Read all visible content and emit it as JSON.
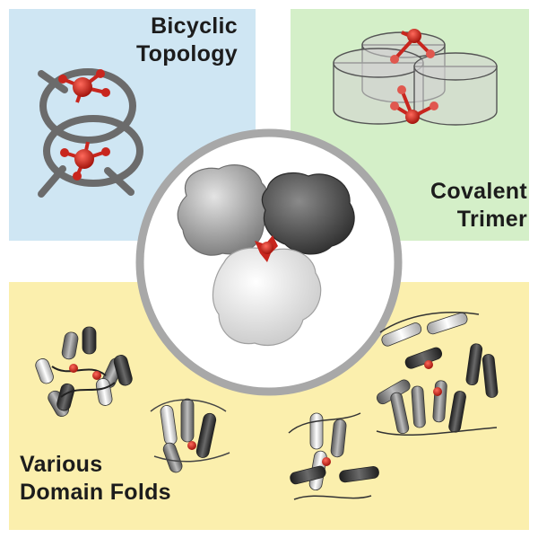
{
  "panels": {
    "top_left": {
      "line1": "Bicyclic",
      "line2": "Topology",
      "color": "#cfe6f3"
    },
    "top_right": {
      "line1": "Covalent",
      "line2": "Trimer",
      "color": "#d4efc8"
    },
    "bottom": {
      "line1": "Various",
      "line2": "Domain Folds",
      "color": "#fbefad"
    }
  },
  "accent_color": "#c8261e",
  "icons": [
    "bicyclic-ring-icon",
    "cylinder-trimer-icon",
    "protein-surface-icon",
    "domain-fold-icon"
  ]
}
